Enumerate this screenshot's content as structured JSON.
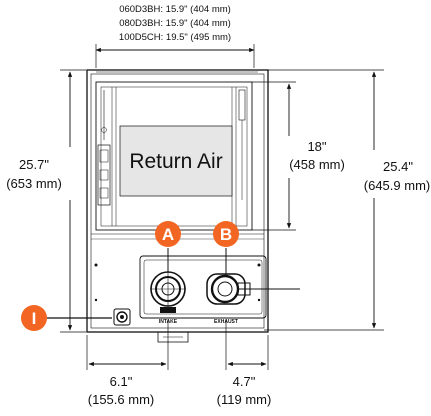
{
  "widths": {
    "line1": "060D3BH: 15.9\" (404 mm)",
    "line2": "080D3BH: 15.9\" (404 mm)",
    "line3": "100D5CH: 19.5\" (495 mm)"
  },
  "return_air_label": "Return Air",
  "dims": {
    "left_height": "25.7\"",
    "left_height_mm": "(653 mm)",
    "inner_height": "18\"",
    "inner_height_mm": "(458 mm)",
    "right_height": "25.4\"",
    "right_height_mm": "(645.9 mm)",
    "bottom_left": "6.1\"",
    "bottom_left_mm": "(155.6 mm)",
    "bottom_right": "4.7\"",
    "bottom_right_mm": "(119 mm)"
  },
  "ports": {
    "intake_label": "INTAKE",
    "exhaust_label": "EXHAUST"
  },
  "badges": {
    "a": "A",
    "b": "B",
    "i": "I"
  },
  "colors": {
    "badge": "#f26522",
    "line": "#111111"
  }
}
